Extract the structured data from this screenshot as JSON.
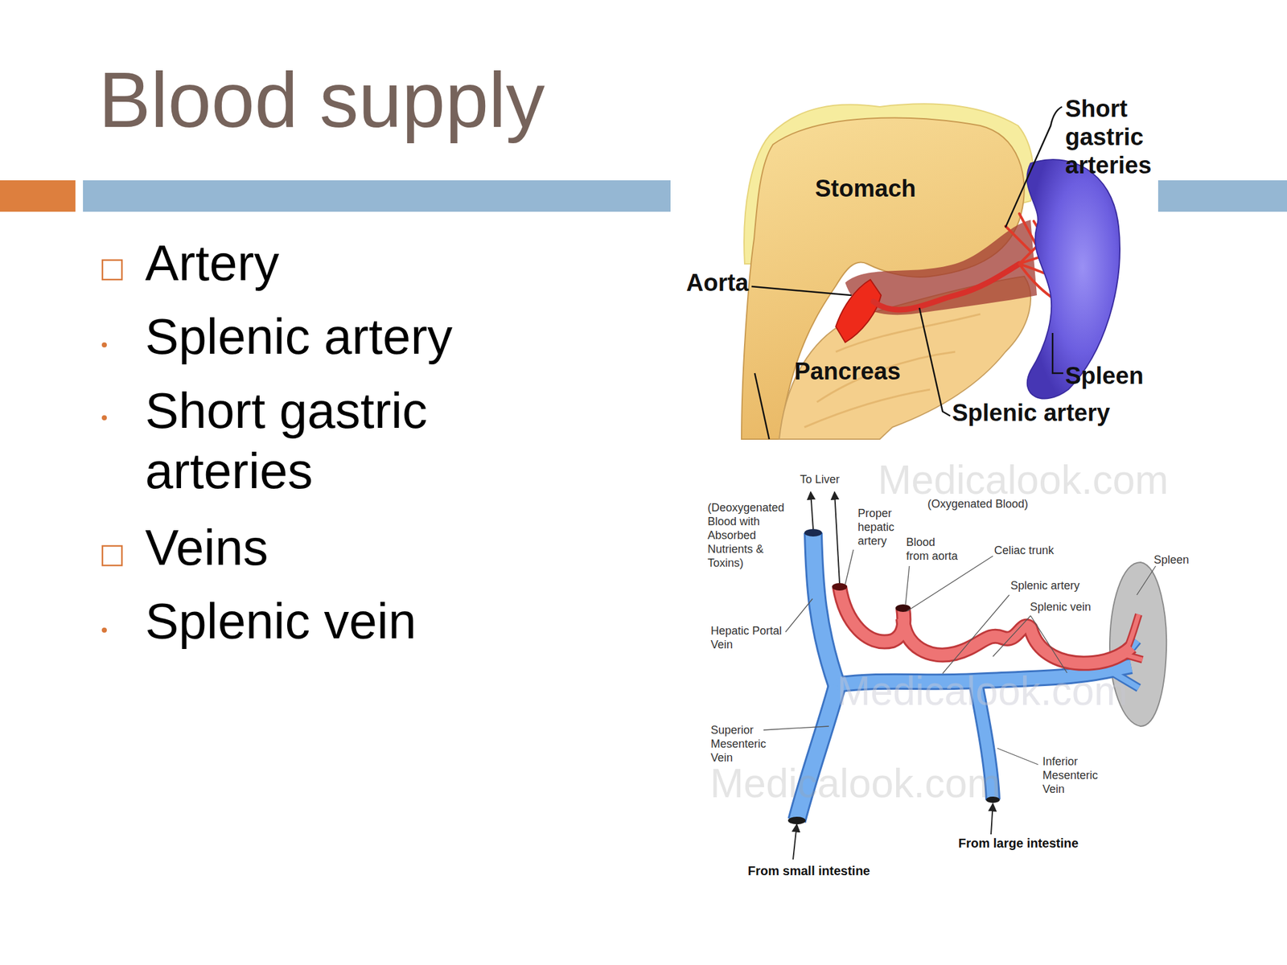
{
  "diagram": {
    "title": "Blood supply",
    "labels": [
      "Artery",
      "Splenic artery",
      "Short gastric arteries",
      "Veins",
      "Splenic vein",
      "Short gastric arteries",
      "Stomach",
      "Aorta",
      "Pancreas",
      "Spleen",
      "Splenic artery",
      "To Liver",
      "(Oxygenated Blood)",
      "(Deoxygenated Blood with Absorbed Nutrients & Toxins)",
      "Proper hepatic artery",
      "Blood from aorta",
      "Celiac trunk",
      "Spleen",
      "Splenic artery",
      "Splenic vein",
      "Hepatic Portal Vein",
      "Superior Mesenteric Vein",
      "Inferior Mesenteric Vein",
      "From large intestine",
      "From small intestine",
      "Medicalook.com",
      "Medicalook.com",
      "Medicalook.com"
    ]
  }
}
